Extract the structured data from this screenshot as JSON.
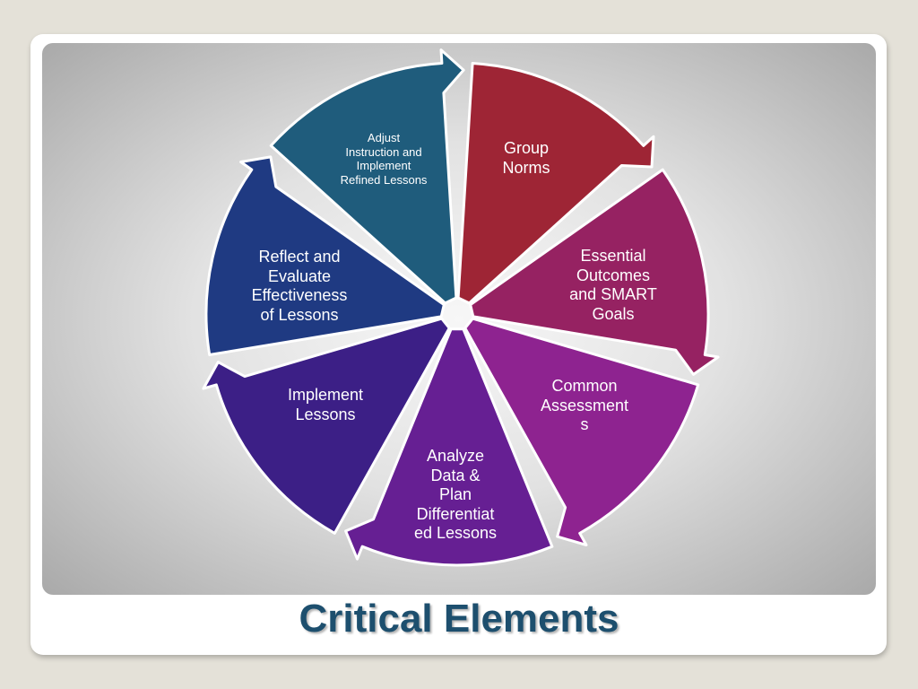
{
  "title": "Critical Elements",
  "cycle": {
    "segments": [
      {
        "label": "Group\nNorms",
        "color": "#9e2535"
      },
      {
        "label": "Essential\nOutcomes\nand SMART\nGoals",
        "color": "#962262"
      },
      {
        "label": "Common\nAssessment\ns",
        "color": "#8e2390"
      },
      {
        "label": "Analyze\nData &\nPlan\nDifferentiat\ned Lessons",
        "color": "#661f93"
      },
      {
        "label": "Implement\nLessons",
        "color": "#3c1f86"
      },
      {
        "label": "Reflect and\nEvaluate\nEffectiveness\nof Lessons",
        "color": "#1f3a82"
      },
      {
        "label": "Adjust\nInstruction and\nImplement\nRefined Lessons",
        "color": "#1f5c7c"
      }
    ]
  }
}
